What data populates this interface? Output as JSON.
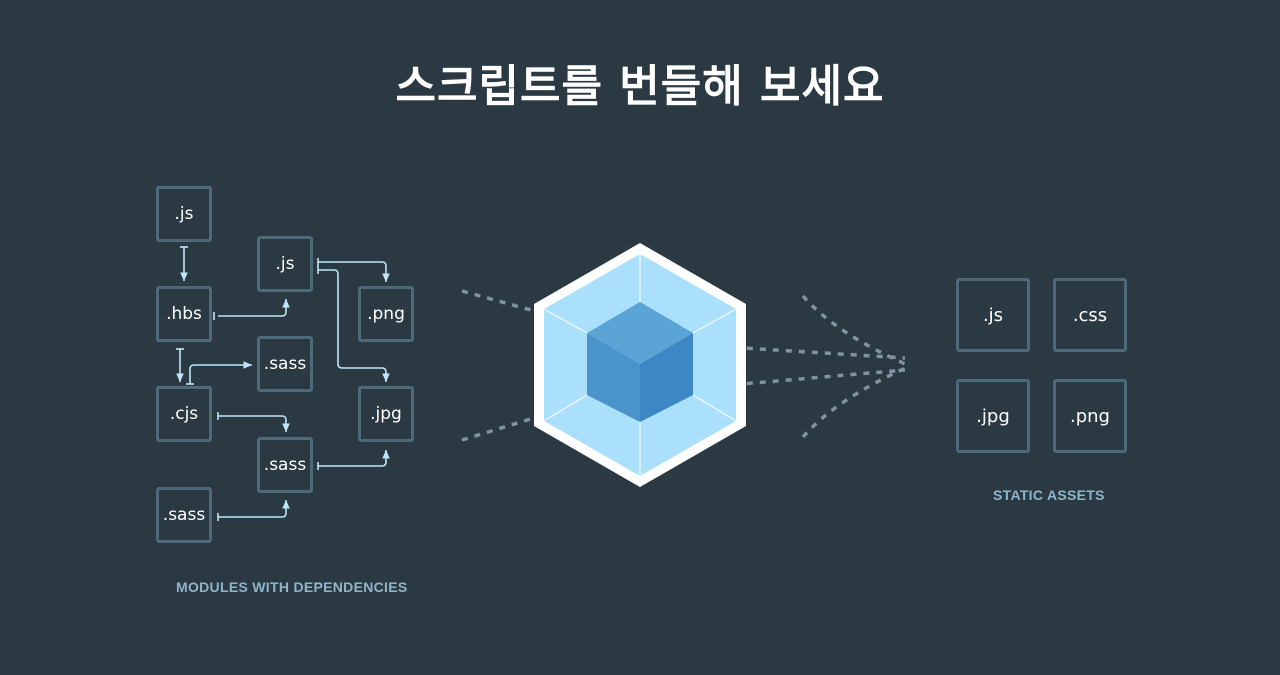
{
  "title": "스크립트를 번들해 보세요",
  "modules": [
    ".js",
    ".hbs",
    ".cjs",
    ".sass",
    ".js",
    ".sass",
    ".sass",
    ".png",
    ".jpg"
  ],
  "assets": [
    ".js",
    ".css",
    ".jpg",
    ".png"
  ],
  "captions": {
    "modules": "MODULES WITH DEPENDENCIES",
    "assets": "STATIC ASSETS"
  },
  "colors": {
    "background": "#2b3a42",
    "box_border": "#4e6a78",
    "arrow": "#bfe6f7",
    "caption": "#8fb5c9",
    "cube_outer": "#8ed6fb",
    "cube_inner": "#1c78c0",
    "dots": "#7f94a0"
  }
}
